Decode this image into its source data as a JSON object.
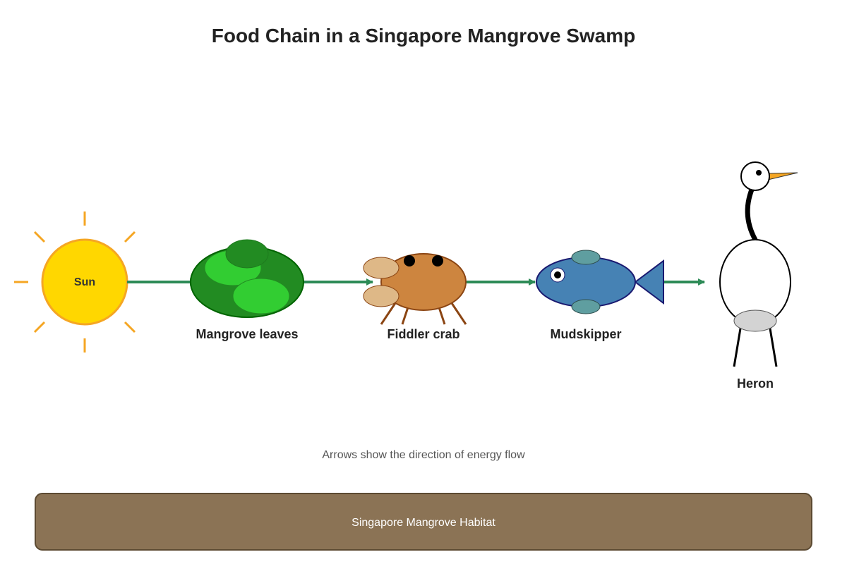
{
  "title": "Food Chain in a Singapore Mangrove Swamp",
  "organisms": {
    "sun": "Sun",
    "leaves": "Mangrove leaves",
    "crab": "Fiddler crab",
    "mudskipper": "Mudskipper",
    "heron": "Heron"
  },
  "caption": "Arrows show the direction of energy flow",
  "habitat": "Singapore Mangrove Habitat",
  "colors": {
    "sun_fill": "#FFD700",
    "sun_stroke": "#F5A623",
    "leaf_dark": "#228B22",
    "leaf_light": "#32CD32",
    "crab_body": "#CD853F",
    "crab_claw": "#DEB887",
    "fish_body": "#4682B4",
    "fish_fin": "#5F9EA0",
    "arrow": "#2E8B57",
    "habitat_fill": "#8B7355"
  }
}
